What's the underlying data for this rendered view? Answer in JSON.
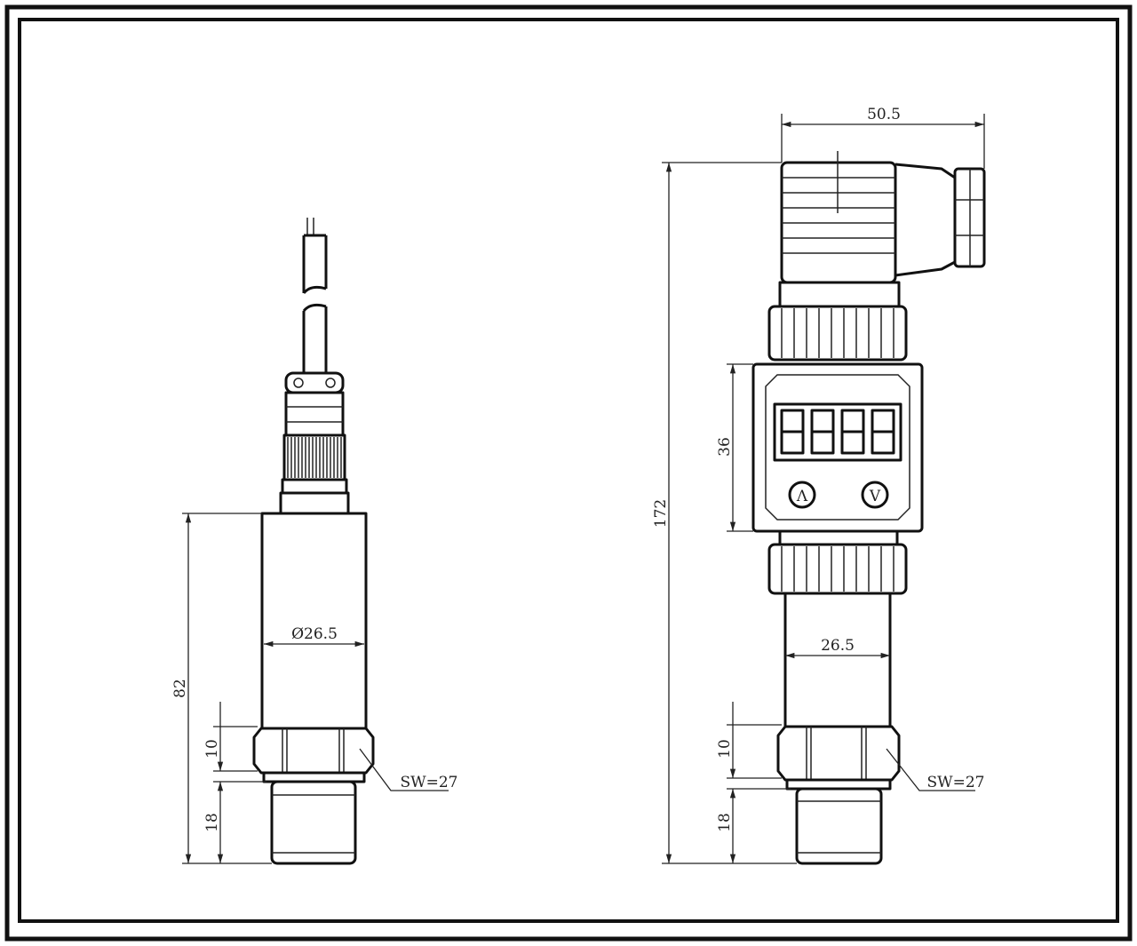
{
  "drawing": {
    "left_view": {
      "height_label": "82",
      "diameter_label": "Ø26.5",
      "hex_height_label": "10",
      "thread_length_label": "18",
      "wrench_size_label": "SW=27"
    },
    "right_view": {
      "connector_width_label": "50.5",
      "total_height_label": "172",
      "display_height_label": "36",
      "body_width_label": "26.5",
      "hex_height_label": "10",
      "thread_length_label": "18",
      "wrench_size_label": "SW=27",
      "display_digits": "8888",
      "up_button_label": "Λ",
      "down_button_label": "V"
    }
  }
}
